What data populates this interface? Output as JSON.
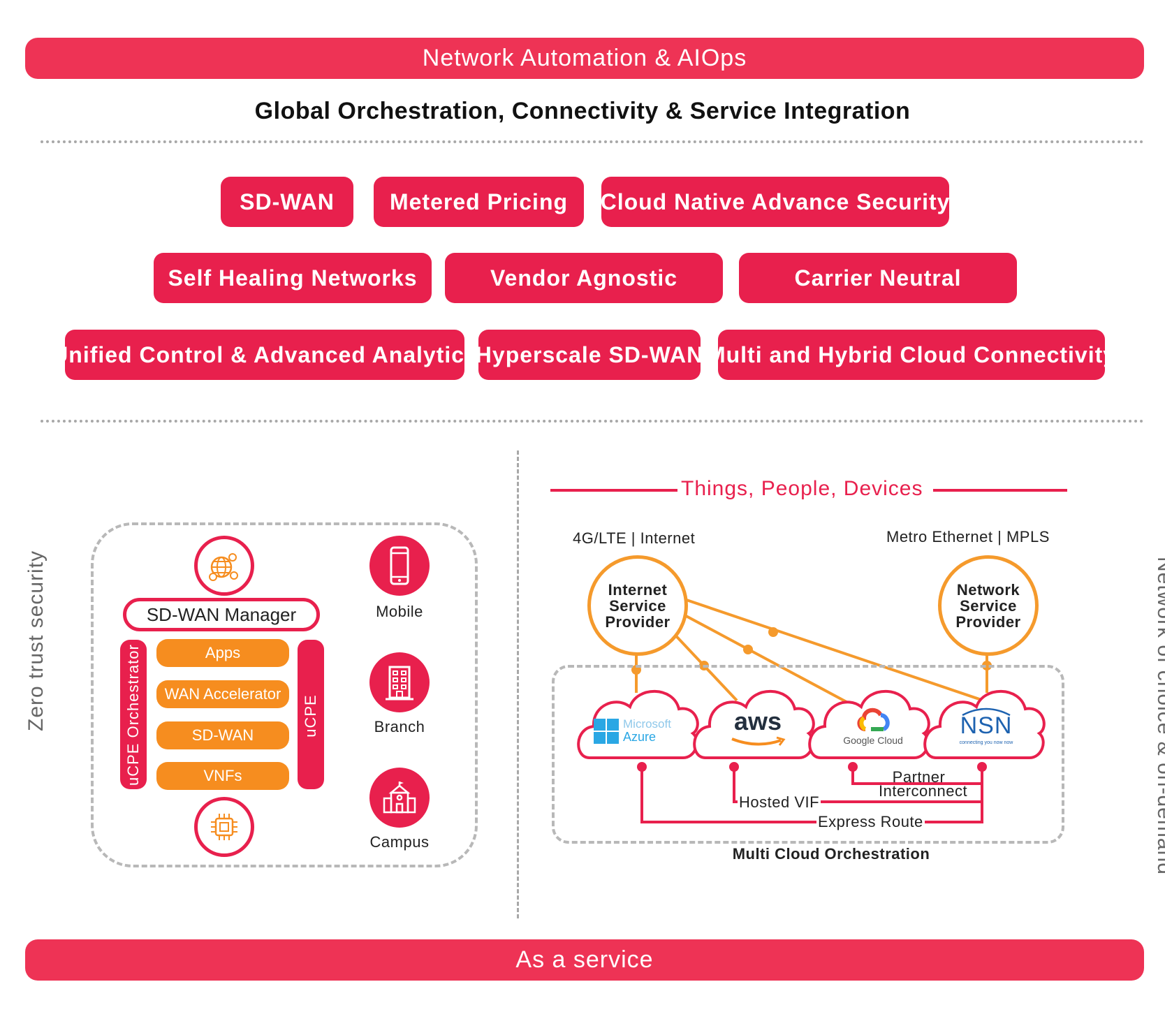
{
  "header": {
    "banner_title": "Network Automation & AIOps",
    "subtitle": "Global Orchestration, Connectivity & Service Integration"
  },
  "features": [
    "SD-WAN",
    "Metered Pricing",
    "Cloud Native Advance Security",
    "Self Healing Networks",
    "Vendor Agnostic",
    "Carrier Neutral",
    "Unified Control & Advanced Analytics",
    "Hyperscale SD-WAN",
    "Multi and Hybrid Cloud Connectivity"
  ],
  "left_side_label": "Zero trust security",
  "right_side_label": "Network of choice & on-demand",
  "sdwan": {
    "manager_label": "SD-WAN Manager",
    "orchestrator_label": "uCPE Orchestrator",
    "ucpe_label": "uCPE",
    "functions": [
      "Apps",
      "WAN Accelerator",
      "SD-WAN",
      "VNFs"
    ],
    "top_icon": "globe-network-icon",
    "bottom_icon": "chip-icon"
  },
  "devices": [
    {
      "label": "Mobile",
      "icon": "mobile-phone-icon"
    },
    {
      "label": "Branch",
      "icon": "office-building-icon"
    },
    {
      "label": "Campus",
      "icon": "school-building-icon"
    }
  ],
  "network": {
    "things_title": "Things, People, Devices",
    "left_access": "4G/LTE | Internet",
    "right_access": "Metro Ethernet | MPLS",
    "isp_label": "Internet Service Provider",
    "nsp_label": "Network Service Provider",
    "clouds": [
      {
        "name": "Microsoft Azure",
        "line1": "Microsoft",
        "line2": "Azure"
      },
      {
        "name": "aws",
        "line1": "aws"
      },
      {
        "name": "Google Cloud",
        "line1": "Google Cloud"
      },
      {
        "name": "NSN",
        "line1": "NSN",
        "line2": "connecting you now now"
      }
    ],
    "links": {
      "partner_interconnect": "Partner Interconnect",
      "hosted_vif": "Hosted VIF",
      "express_route": "Express Route"
    },
    "orchestration_label": "Multi Cloud Orchestration"
  },
  "footer": {
    "banner": "As a service"
  },
  "colors": {
    "brand_red": "#e8204d",
    "banner_red": "#ee3355",
    "orange": "#f68d1f",
    "azure_blue": "#2aa7e4",
    "nsn_blue": "#1d62b0"
  }
}
